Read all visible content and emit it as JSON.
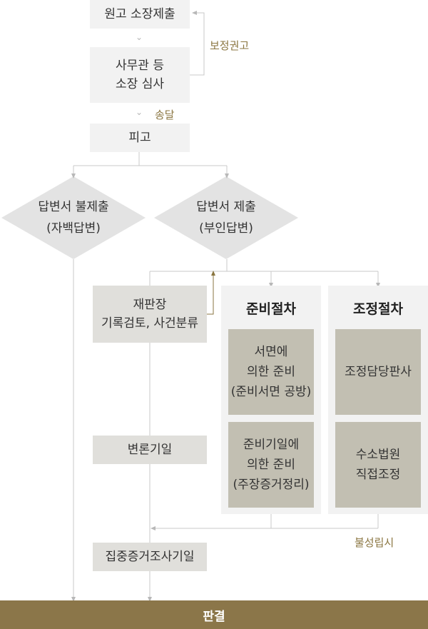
{
  "nodes": {
    "complaint": "원고 소장제출",
    "review": "사무관 등\n소장 심사",
    "defendant": "피고",
    "no_answer": "답변서 불제출\n(자백답변)",
    "answer": "답변서 제출\n(부인답변)",
    "presiding": "재판장\n기록검토, 사건분류",
    "pleading": "변론기일",
    "evidence": "집중증거조사기일",
    "prep_written": "서면에\n의한 준비\n(준비서면 공방)",
    "prep_date": "준비기일에\n의한 준비\n(주장증거정리)",
    "mediation_judge": "조정담당판사",
    "court_mediation": "수소법원\n직접조정"
  },
  "panels": {
    "preparation": "준비절차",
    "mediation": "조정절차"
  },
  "labels": {
    "correction": "보정권고",
    "service": "송달",
    "failed": "불성립시"
  },
  "verdict": "판결"
}
